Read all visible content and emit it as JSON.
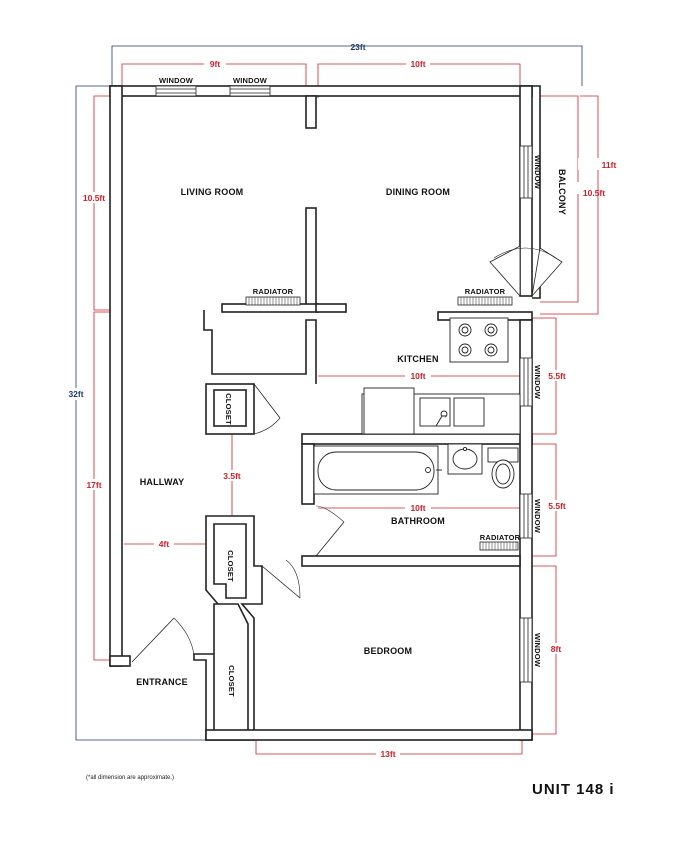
{
  "rooms": {
    "living_room": "LIVING ROOM",
    "dining_room": "DINING ROOM",
    "balcony": "BALCONY",
    "kitchen": "KITCHEN",
    "hallway": "HALLWAY",
    "bathroom": "BATHROOM",
    "bedroom": "BEDROOM",
    "entrance": "ENTRANCE",
    "closet_1": "CLOSET",
    "closet_2": "CLOSET",
    "closet_3": "CLOSET"
  },
  "fixtures": {
    "window_living_1": "WINDOW",
    "window_living_2": "WINDOW",
    "window_dining": "WINDOW",
    "window_kitchen": "WINDOW",
    "window_bathroom": "WINDOW",
    "window_bedroom": "WINDOW",
    "radiator_living": "RADIATOR",
    "radiator_dining": "RADIATOR",
    "radiator_bathroom": "RADIATOR"
  },
  "dimensions": {
    "overall_width": "23ft",
    "overall_depth": "32ft",
    "living_width": "9ft",
    "dining_width": "10ft",
    "living_depth": "10.5ft",
    "balcony_depth_inner": "10.5ft",
    "balcony_depth_outer": "11ft",
    "kitchen_width": "10ft",
    "kitchen_depth": "5.5ft",
    "hall_closet_gap": "3.5ft",
    "hallway_depth": "17ft",
    "hallway_width": "4ft",
    "bathroom_width": "10ft",
    "bathroom_depth": "5.5ft",
    "bedroom_depth": "8ft",
    "bedroom_width": "13ft"
  },
  "footer": {
    "note": "(*all dimension are approximate.)",
    "unit_label": "UNIT 148 i"
  },
  "colors": {
    "wall": "#222222",
    "dimension": "#d0202a",
    "overall_dimension": "#1f3a6a"
  }
}
